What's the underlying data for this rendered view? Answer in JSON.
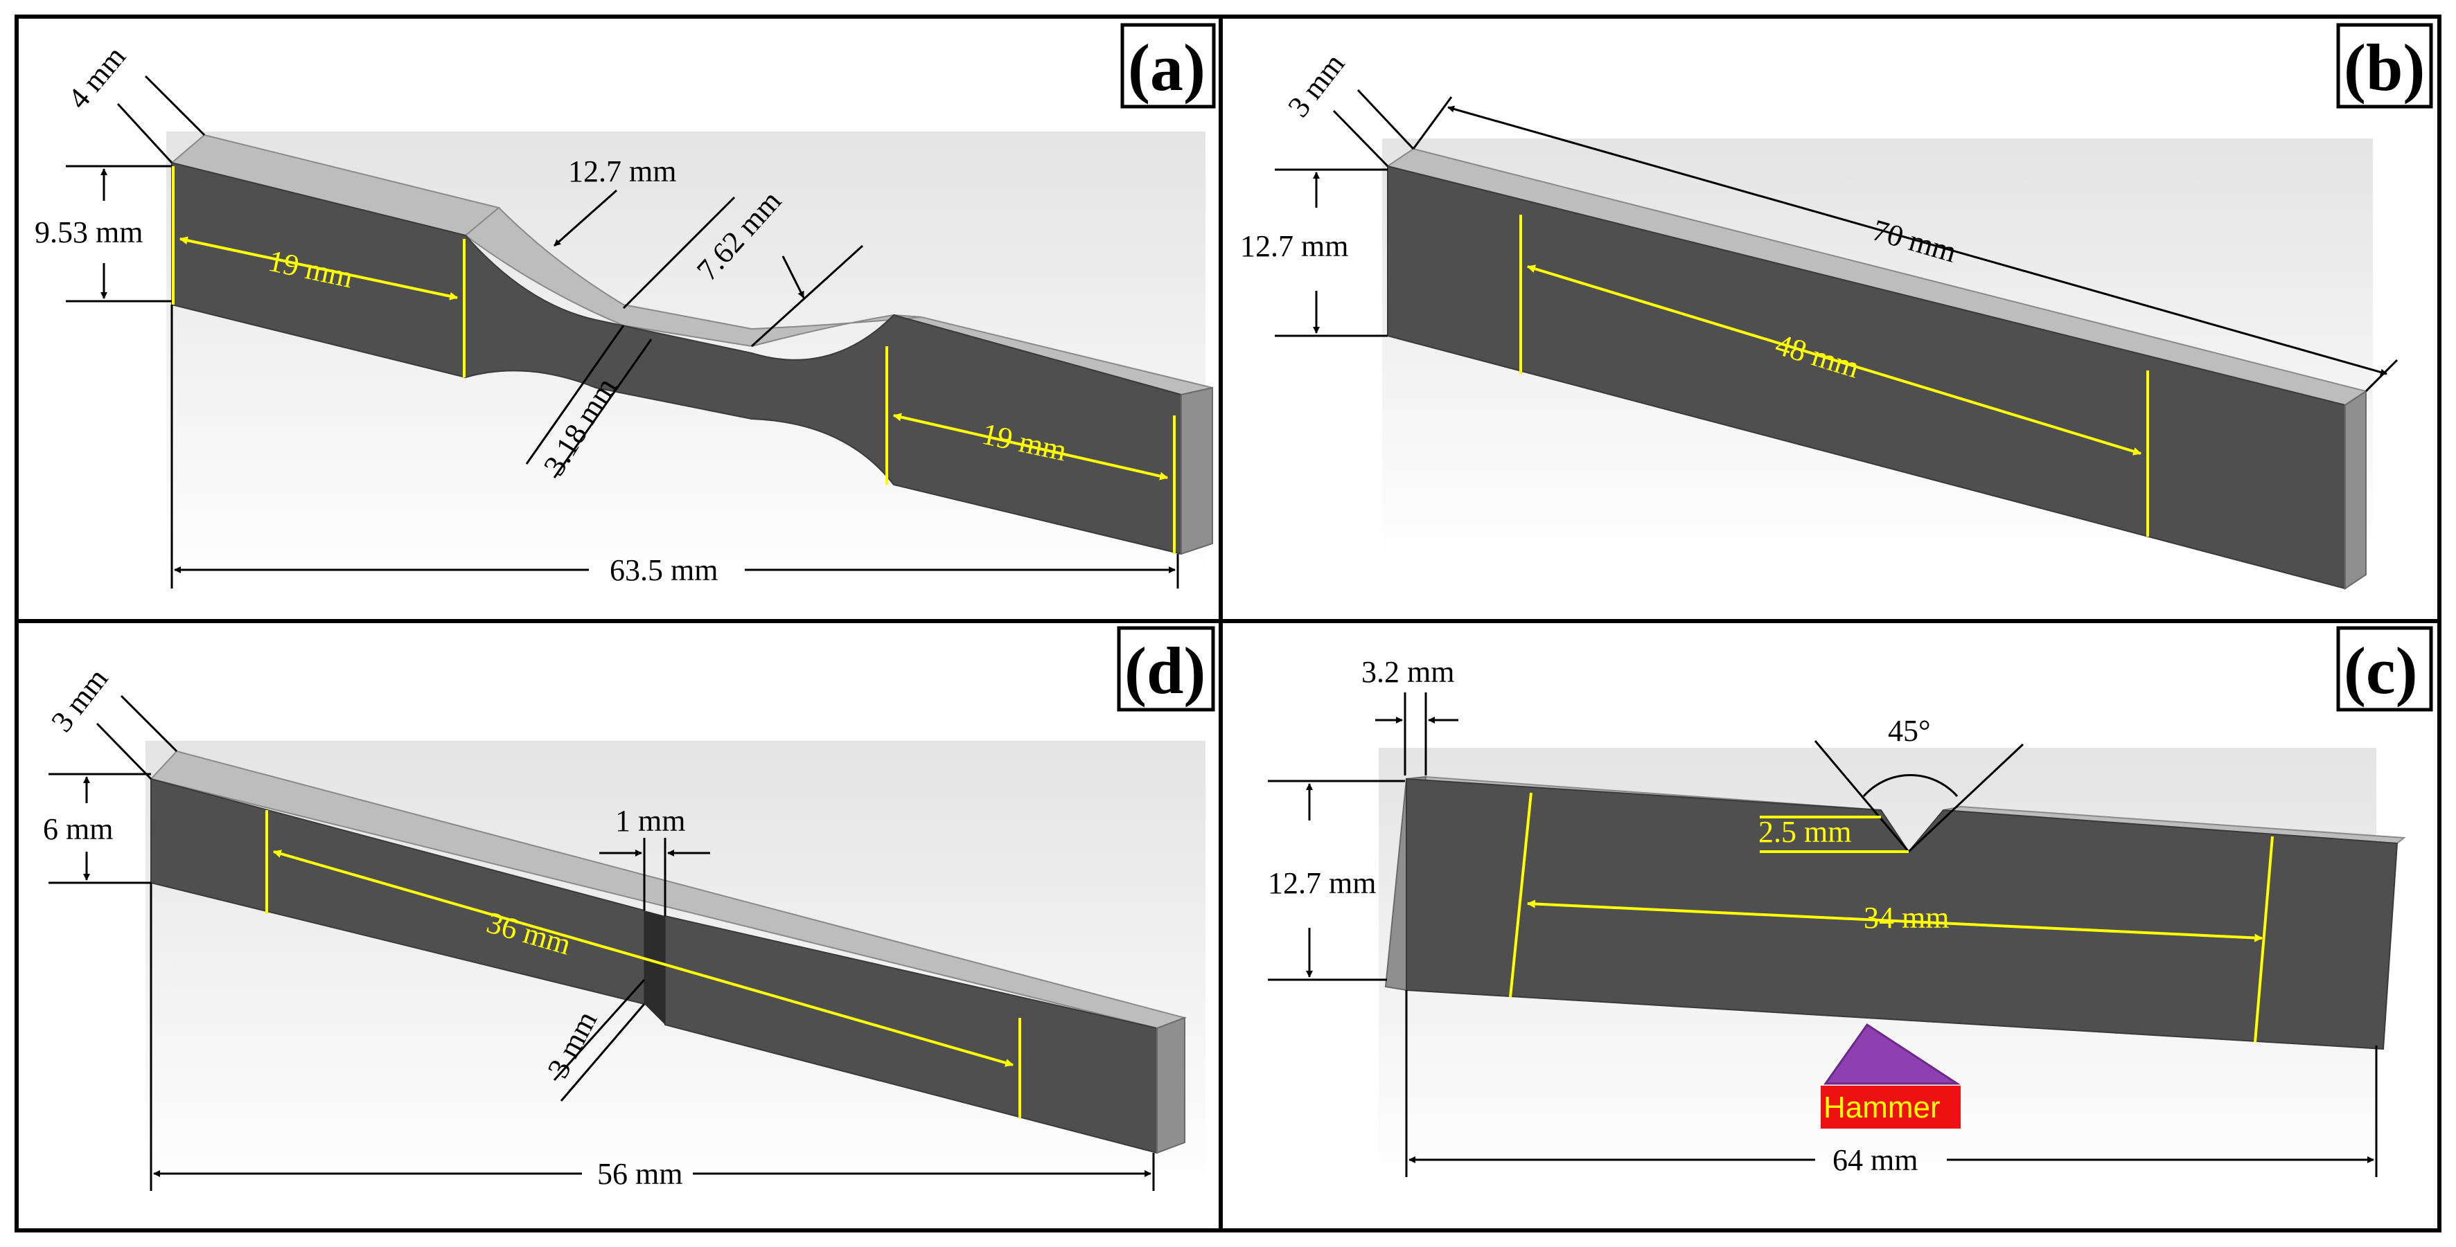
{
  "colors": {
    "specimen_front": "#4f4f4f",
    "specimen_top": "#bdbdbd",
    "dimension_yellow": "#ffff00",
    "hammer_fill": "#8e3fb0",
    "hammer_label_bg": "#ee1111"
  },
  "panels": {
    "a": {
      "label": "(a)",
      "dims": {
        "thickness": "4 mm",
        "height": "9.53 mm",
        "grip_left": "19 mm",
        "fillet_radius": "12.7 mm",
        "gauge_length": "7.62 mm",
        "gauge_width": "3.18 mm",
        "grip_right": "19 mm",
        "overall_length": "63.5 mm"
      }
    },
    "b": {
      "label": "(b)",
      "dims": {
        "thickness": "3 mm",
        "height": "12.7 mm",
        "length": "70 mm",
        "gauge_length": "48 mm"
      }
    },
    "d": {
      "label": "(d)",
      "dims": {
        "thickness": "3 mm",
        "height": "6 mm",
        "notch_width": "1 mm",
        "span": "36 mm",
        "notch_depth": "3 mm",
        "length": "56 mm"
      }
    },
    "c": {
      "label": "(c)",
      "dims": {
        "thickness": "3.2 mm",
        "notch_angle": "45°",
        "notch_depth": "2.5 mm",
        "height": "12.7 mm",
        "span": "34 mm",
        "length": "64 mm"
      },
      "hammer_label": "Hammer"
    }
  }
}
